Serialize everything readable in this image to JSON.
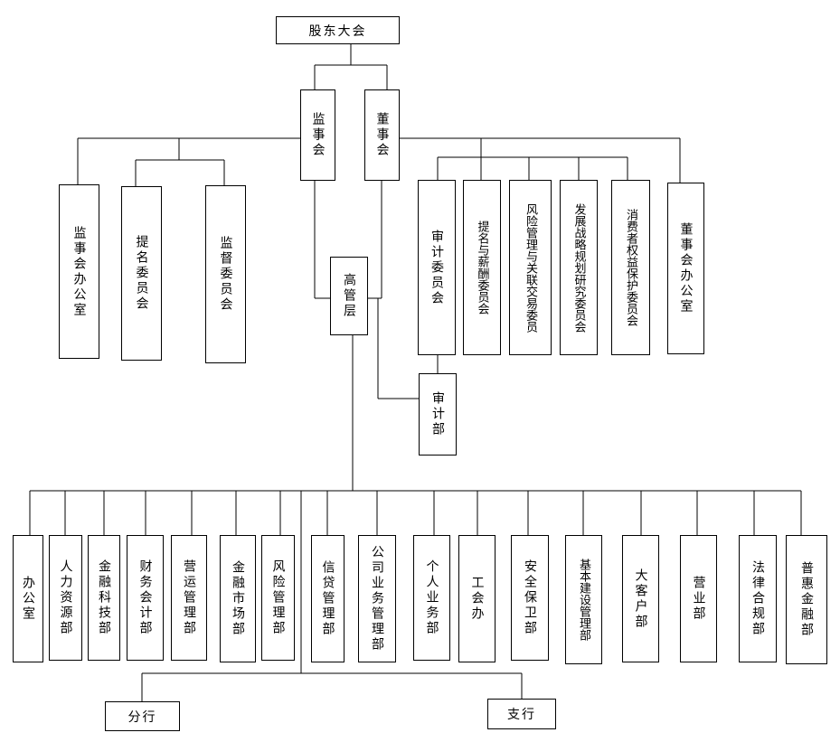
{
  "top": {
    "shareholders": "股东大会"
  },
  "governance": {
    "supervisory_board": "监事会",
    "board_of_directors": "董事会",
    "senior_management": "高管层",
    "audit_dept": "审计部"
  },
  "supervisory_units": [
    {
      "key": "sup_office",
      "label": "监事会办公室"
    },
    {
      "key": "sup_nomination",
      "label": "提名委员会"
    },
    {
      "key": "sup_oversight",
      "label": "监督委员会"
    }
  ],
  "board_committees": [
    {
      "key": "audit_committee",
      "label": "审计委员会"
    },
    {
      "key": "nom_comp_committee",
      "label": "提名与薪酬委员会"
    },
    {
      "key": "risk_committee",
      "label": "风险管理与关联交易委员"
    },
    {
      "key": "strategy_committee",
      "label": "发展战略规划研究委员会"
    },
    {
      "key": "consumer_committee",
      "label": "消费者权益保护委员会"
    },
    {
      "key": "board_office",
      "label": "董事会办公室"
    }
  ],
  "departments": [
    {
      "key": "general_office",
      "label": "办公室"
    },
    {
      "key": "hr",
      "label": "人力资源部"
    },
    {
      "key": "fintech",
      "label": "金融科技部"
    },
    {
      "key": "finance",
      "label": "财务会计部"
    },
    {
      "key": "operations",
      "label": "营运管理部"
    },
    {
      "key": "fin_markets",
      "label": "金融市场部"
    },
    {
      "key": "risk_mgmt",
      "label": "风险管理部"
    },
    {
      "key": "credit",
      "label": "信贷管理部"
    },
    {
      "key": "corporate",
      "label": "公司业务管理部"
    },
    {
      "key": "personal",
      "label": "个人业务部"
    },
    {
      "key": "union",
      "label": "工会办"
    },
    {
      "key": "security",
      "label": "安全保卫部"
    },
    {
      "key": "construction",
      "label": "基本建设管理部"
    },
    {
      "key": "key_accounts",
      "label": "大客户部"
    },
    {
      "key": "business",
      "label": "营业部"
    },
    {
      "key": "legal",
      "label": "法律合规部"
    },
    {
      "key": "inclusive",
      "label": "普惠金融部"
    }
  ],
  "branches": {
    "branch": "分行",
    "sub_branch": "支行"
  }
}
